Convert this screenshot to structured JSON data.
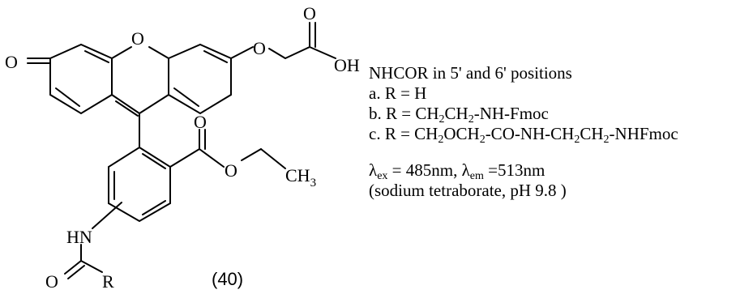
{
  "structure": {
    "atoms": {
      "ketone_o": "O",
      "ring_o": "O",
      "ether_o": "O",
      "acid_o_top": "O",
      "acid_oh": "OH",
      "ester_o_top": "O",
      "ester_o": "O",
      "methyl_c": "CH",
      "methyl_sub": "3",
      "amide_nh": "HN",
      "amide_o": "O",
      "amide_r": "R"
    },
    "compound_number": "(40)"
  },
  "caption": {
    "positions": "NHCOR in 5' and 6' positions",
    "a": "a. R = H",
    "b": [
      "b. R = CH",
      "2",
      "CH",
      "2",
      "-NH-Fmoc"
    ],
    "c": [
      "c. R = CH",
      "2",
      "OCH",
      "2",
      "-CO-NH-CH",
      "2",
      "CH",
      "2",
      "-NHFmoc"
    ],
    "lambda_ex": [
      "λ",
      "ex",
      " = 485nm, λ",
      "em",
      " =513nm"
    ],
    "conditions": "(sodium tetraborate,   pH 9.8 )"
  }
}
